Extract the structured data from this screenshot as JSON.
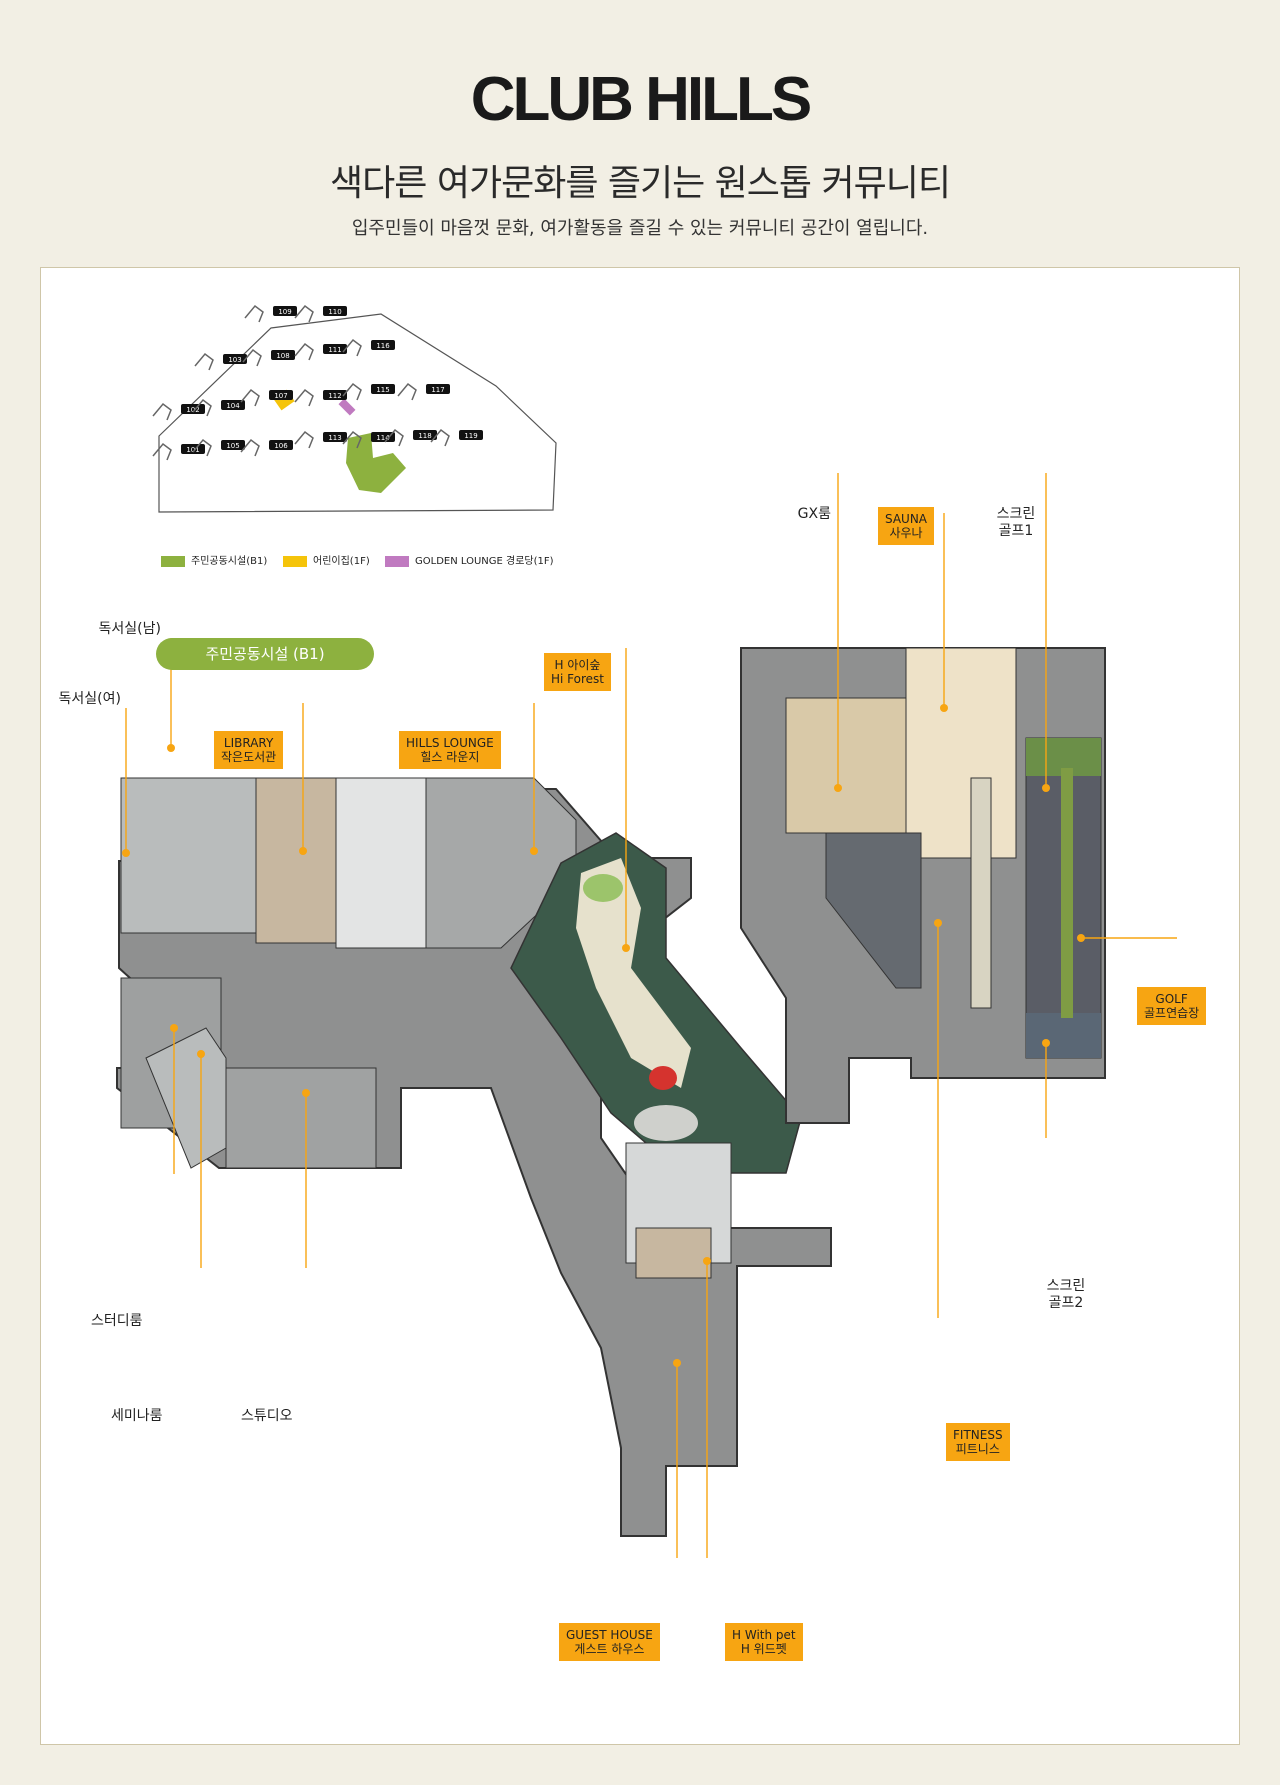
{
  "header": {
    "title": "CLUB HILLS",
    "subtitle": "색다른 여가문화를 즐기는 원스톱 커뮤니티",
    "description": "입주민들이 마음껏 문화, 여가활동을 즐길 수 있는 커뮤니티 공간이 열립니다."
  },
  "site_map": {
    "buildings": [
      "101",
      "102",
      "103",
      "104",
      "105",
      "106",
      "107",
      "108",
      "109",
      "110",
      "111",
      "112",
      "113",
      "114",
      "115",
      "116",
      "117",
      "118",
      "119"
    ],
    "legend": [
      {
        "label": "주민공동시설(B1)",
        "color": "#8db13f"
      },
      {
        "label": "어린이집(1F)",
        "color": "#f5c40a"
      },
      {
        "label": "GOLDEN LOUNGE 경로당(1F)",
        "color": "#c07ac0"
      }
    ]
  },
  "floor_badge": "주민공동시설 (B1)",
  "colors": {
    "accent": "#f7a512",
    "green": "#8db13f",
    "background": "#f2efe4"
  },
  "labels": {
    "reading_male": "독서실(남)",
    "reading_female": "독서실(여)",
    "study_room": "스터디룸",
    "seminar_room": "세미나룸",
    "studio": "스튜디오",
    "gx_room": "GX룸",
    "screen_golf_1_line1": "스크린",
    "screen_golf_1_line2": "골프1",
    "screen_golf_2_line1": "스크린",
    "screen_golf_2_line2": "골프2"
  },
  "tags": {
    "library": [
      "LIBRARY",
      "작은도서관"
    ],
    "hills_lounge": [
      "HILLS LOUNGE",
      "힐스 라운지"
    ],
    "hi_forest": [
      "H 아이숲",
      "Hi Forest"
    ],
    "sauna": [
      "SAUNA",
      "사우나"
    ],
    "golf": [
      "GOLF",
      "골프연습장"
    ],
    "fitness": [
      "FITNESS",
      "피트니스"
    ],
    "guest_house": [
      "GUEST HOUSE",
      "게스트 하우스"
    ],
    "with_pet": [
      "H With pet",
      "H 위드펫"
    ]
  }
}
